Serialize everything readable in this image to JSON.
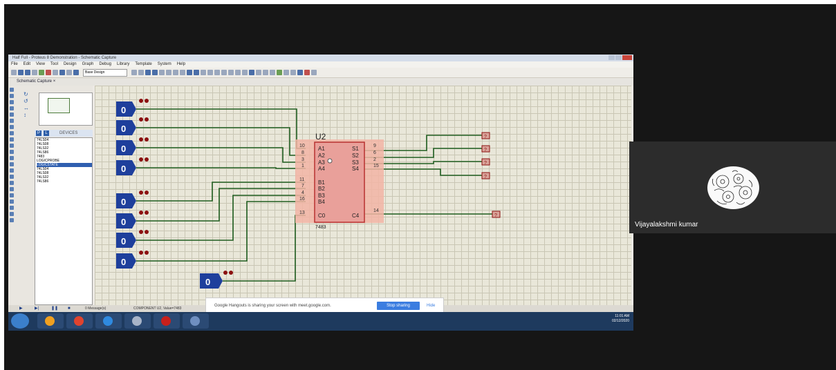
{
  "window": {
    "title": "Half Full - Proteus 8 Demonstration - Schematic Capture",
    "menu": [
      "File",
      "Edit",
      "View",
      "Tool",
      "Design",
      "Graph",
      "Debug",
      "Library",
      "Template",
      "System",
      "Help"
    ],
    "design_combo": "Base Design",
    "tab_label": "Schematic Capture"
  },
  "panel": {
    "header_p": "P",
    "header_l": "L",
    "header_label": "DEVICES",
    "devices": [
      "74LS04",
      "74LS08",
      "74LS32",
      "74LS86",
      "7483",
      "LOGICPROBE",
      "LOGICSTATE",
      "74LS04",
      "74LS08",
      "74LS32",
      "74LS86"
    ],
    "selected_index": 6
  },
  "schematic": {
    "component_ref": "U2",
    "component_part": "7483",
    "inputs_a": [
      "A1",
      "A2",
      "A3",
      "A4"
    ],
    "inputs_b": [
      "B1",
      "B2",
      "B3",
      "B4"
    ],
    "carry_in": "C0",
    "outputs": [
      "S1",
      "S2",
      "S3",
      "S4"
    ],
    "carry_out": "C4",
    "pin_numbers_a": [
      "10",
      "8",
      "3",
      "1"
    ],
    "pin_numbers_b": [
      "11",
      "7",
      "4",
      "16"
    ],
    "pin_number_c0": "13",
    "pin_numbers_s": [
      "9",
      "6",
      "2",
      "15"
    ],
    "pin_number_c4": "14",
    "logic_states": [
      "0",
      "0",
      "0",
      "0",
      "0",
      "0",
      "0",
      "0",
      "0"
    ],
    "probe_values": [
      "?",
      "?",
      "?",
      "?",
      "?"
    ]
  },
  "statusbar": {
    "messages": "0 Message(s)",
    "component_info": "COMPONENT U2, Value=7483"
  },
  "share_banner": {
    "text": "Google Hangouts is sharing your screen with meet.google.com.",
    "stop_label": "Stop sharing",
    "hide_label": "Hide"
  },
  "tray": {
    "time": "11:01 AM",
    "date": "02/12/2020"
  },
  "participant": {
    "name": "Vijayalakshmi kumar"
  }
}
